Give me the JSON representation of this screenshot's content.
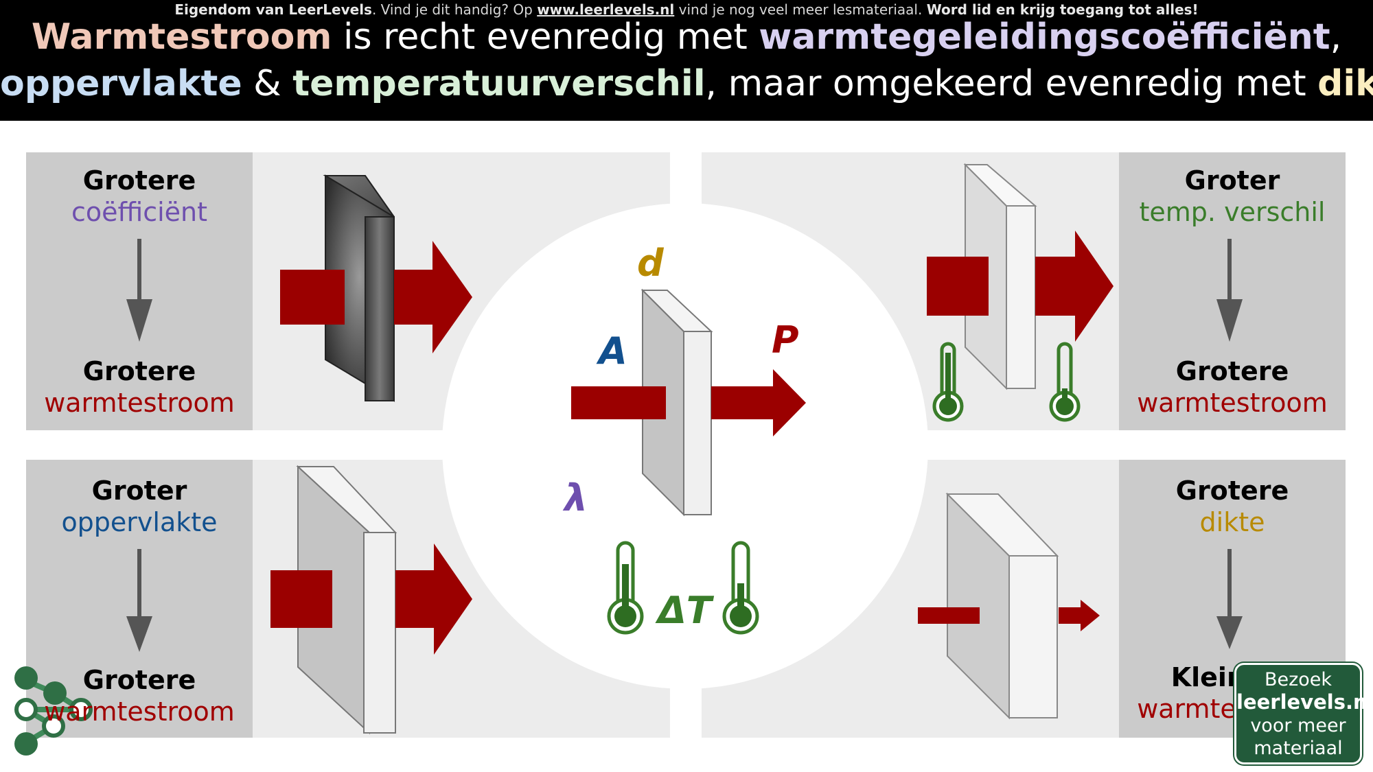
{
  "header": {
    "notice_pre": "Eigendom van LeerLevels",
    "notice_mid": ". Vind je dit handig? Op ",
    "notice_link": "www.leerlevels.nl",
    "notice_post": " vind je nog veel meer lesmateriaal. ",
    "notice_cta": "Word lid en krijg toegang tot alles!",
    "title1_a": "Warmtestroom",
    "title1_b": " is recht evenredig met ",
    "title1_c": "warmtegeleidingscoëfficiënt",
    "title1_d": ",",
    "title2_a": "oppervlakte",
    "title2_b": " & ",
    "title2_c": "temperatuurverschil",
    "title2_d": ", maar omgekeerd evenredig met ",
    "title2_e": "dikte"
  },
  "panels": {
    "top_left": {
      "top": "Grotere",
      "top_sub": "coëfficiënt",
      "bottom": "Grotere",
      "bottom_sub": "warmtestroom"
    },
    "bottom_left": {
      "top": "Groter",
      "top_sub": "oppervlakte",
      "bottom": "Grotere",
      "bottom_sub": "warmtestroom"
    },
    "top_right": {
      "top": "Groter",
      "top_sub": "temp. verschil",
      "bottom": "Grotere",
      "bottom_sub": "warmtestroom"
    },
    "bottom_right": {
      "top": "Grotere",
      "top_sub": "dikte",
      "bottom": "Kleinere",
      "bottom_sub": "warmtestroom"
    }
  },
  "center": {
    "d": "d",
    "A": "A",
    "P": "P",
    "lambda": "λ",
    "dT": "ΔT"
  },
  "badge": {
    "line1": "Bezoek",
    "line2": "leerlevels.nl",
    "line3": "voor meer",
    "line4": "materiaal"
  },
  "colors": {
    "heat": "#9b0000",
    "coefficient": "#6e4fae",
    "area": "#12508e",
    "temperature": "#3a7d2a",
    "thickness": "#b88a00",
    "brand": "#225a3a"
  }
}
